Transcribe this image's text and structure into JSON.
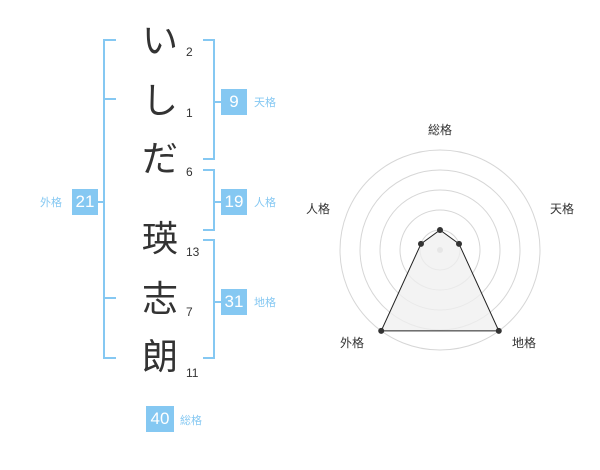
{
  "name": {
    "characters": [
      {
        "char": "い",
        "strokes": "2"
      },
      {
        "char": "し",
        "strokes": "1"
      },
      {
        "char": "だ",
        "strokes": "6"
      },
      {
        "char": "瑛",
        "strokes": "13"
      },
      {
        "char": "志",
        "strokes": "7"
      },
      {
        "char": "朗",
        "strokes": "11"
      }
    ]
  },
  "kakusu": {
    "tenkaku": {
      "value": "9",
      "label": "天格"
    },
    "jinkaku": {
      "value": "19",
      "label": "人格"
    },
    "chikaku": {
      "value": "31",
      "label": "地格"
    },
    "gaikaku": {
      "value": "21",
      "label": "外格"
    },
    "soukaku": {
      "value": "40",
      "label": "総格"
    }
  },
  "chart_data": {
    "type": "radar",
    "axes": [
      "総格",
      "天格",
      "地格",
      "外格",
      "人格"
    ],
    "rings": 5,
    "values": [
      1,
      1,
      5,
      5,
      1
    ],
    "max": 5
  },
  "colors": {
    "accent": "#85c8f2",
    "text": "#333333",
    "fill": "#efefef"
  }
}
